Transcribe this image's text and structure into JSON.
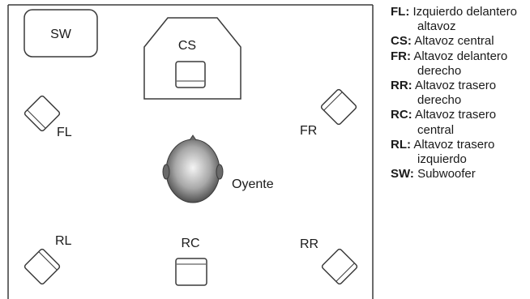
{
  "speakers": {
    "sw": "SW",
    "cs": "CS",
    "fl": "FL",
    "fr": "FR",
    "rl": "RL",
    "rc": "RC",
    "rr": "RR"
  },
  "listener": "Oyente",
  "legend": [
    {
      "key": "FL:",
      "desc": "Izquierdo delantero altavoz"
    },
    {
      "key": "CS:",
      "desc": "Altavoz central"
    },
    {
      "key": "FR:",
      "desc": "Altavoz delantero derecho"
    },
    {
      "key": "RR:",
      "desc": "Altavoz trasero derecho"
    },
    {
      "key": "RC:",
      "desc": "Altavoz trasero central"
    },
    {
      "key": "RL:",
      "desc": "Altavoz trasero izquierdo"
    },
    {
      "key": "SW:",
      "desc": "Subwoofer"
    }
  ],
  "colors": {
    "line": "#3a3a3a",
    "head_light": "#f4f4f4",
    "head_dark": "#3c3c3c"
  }
}
